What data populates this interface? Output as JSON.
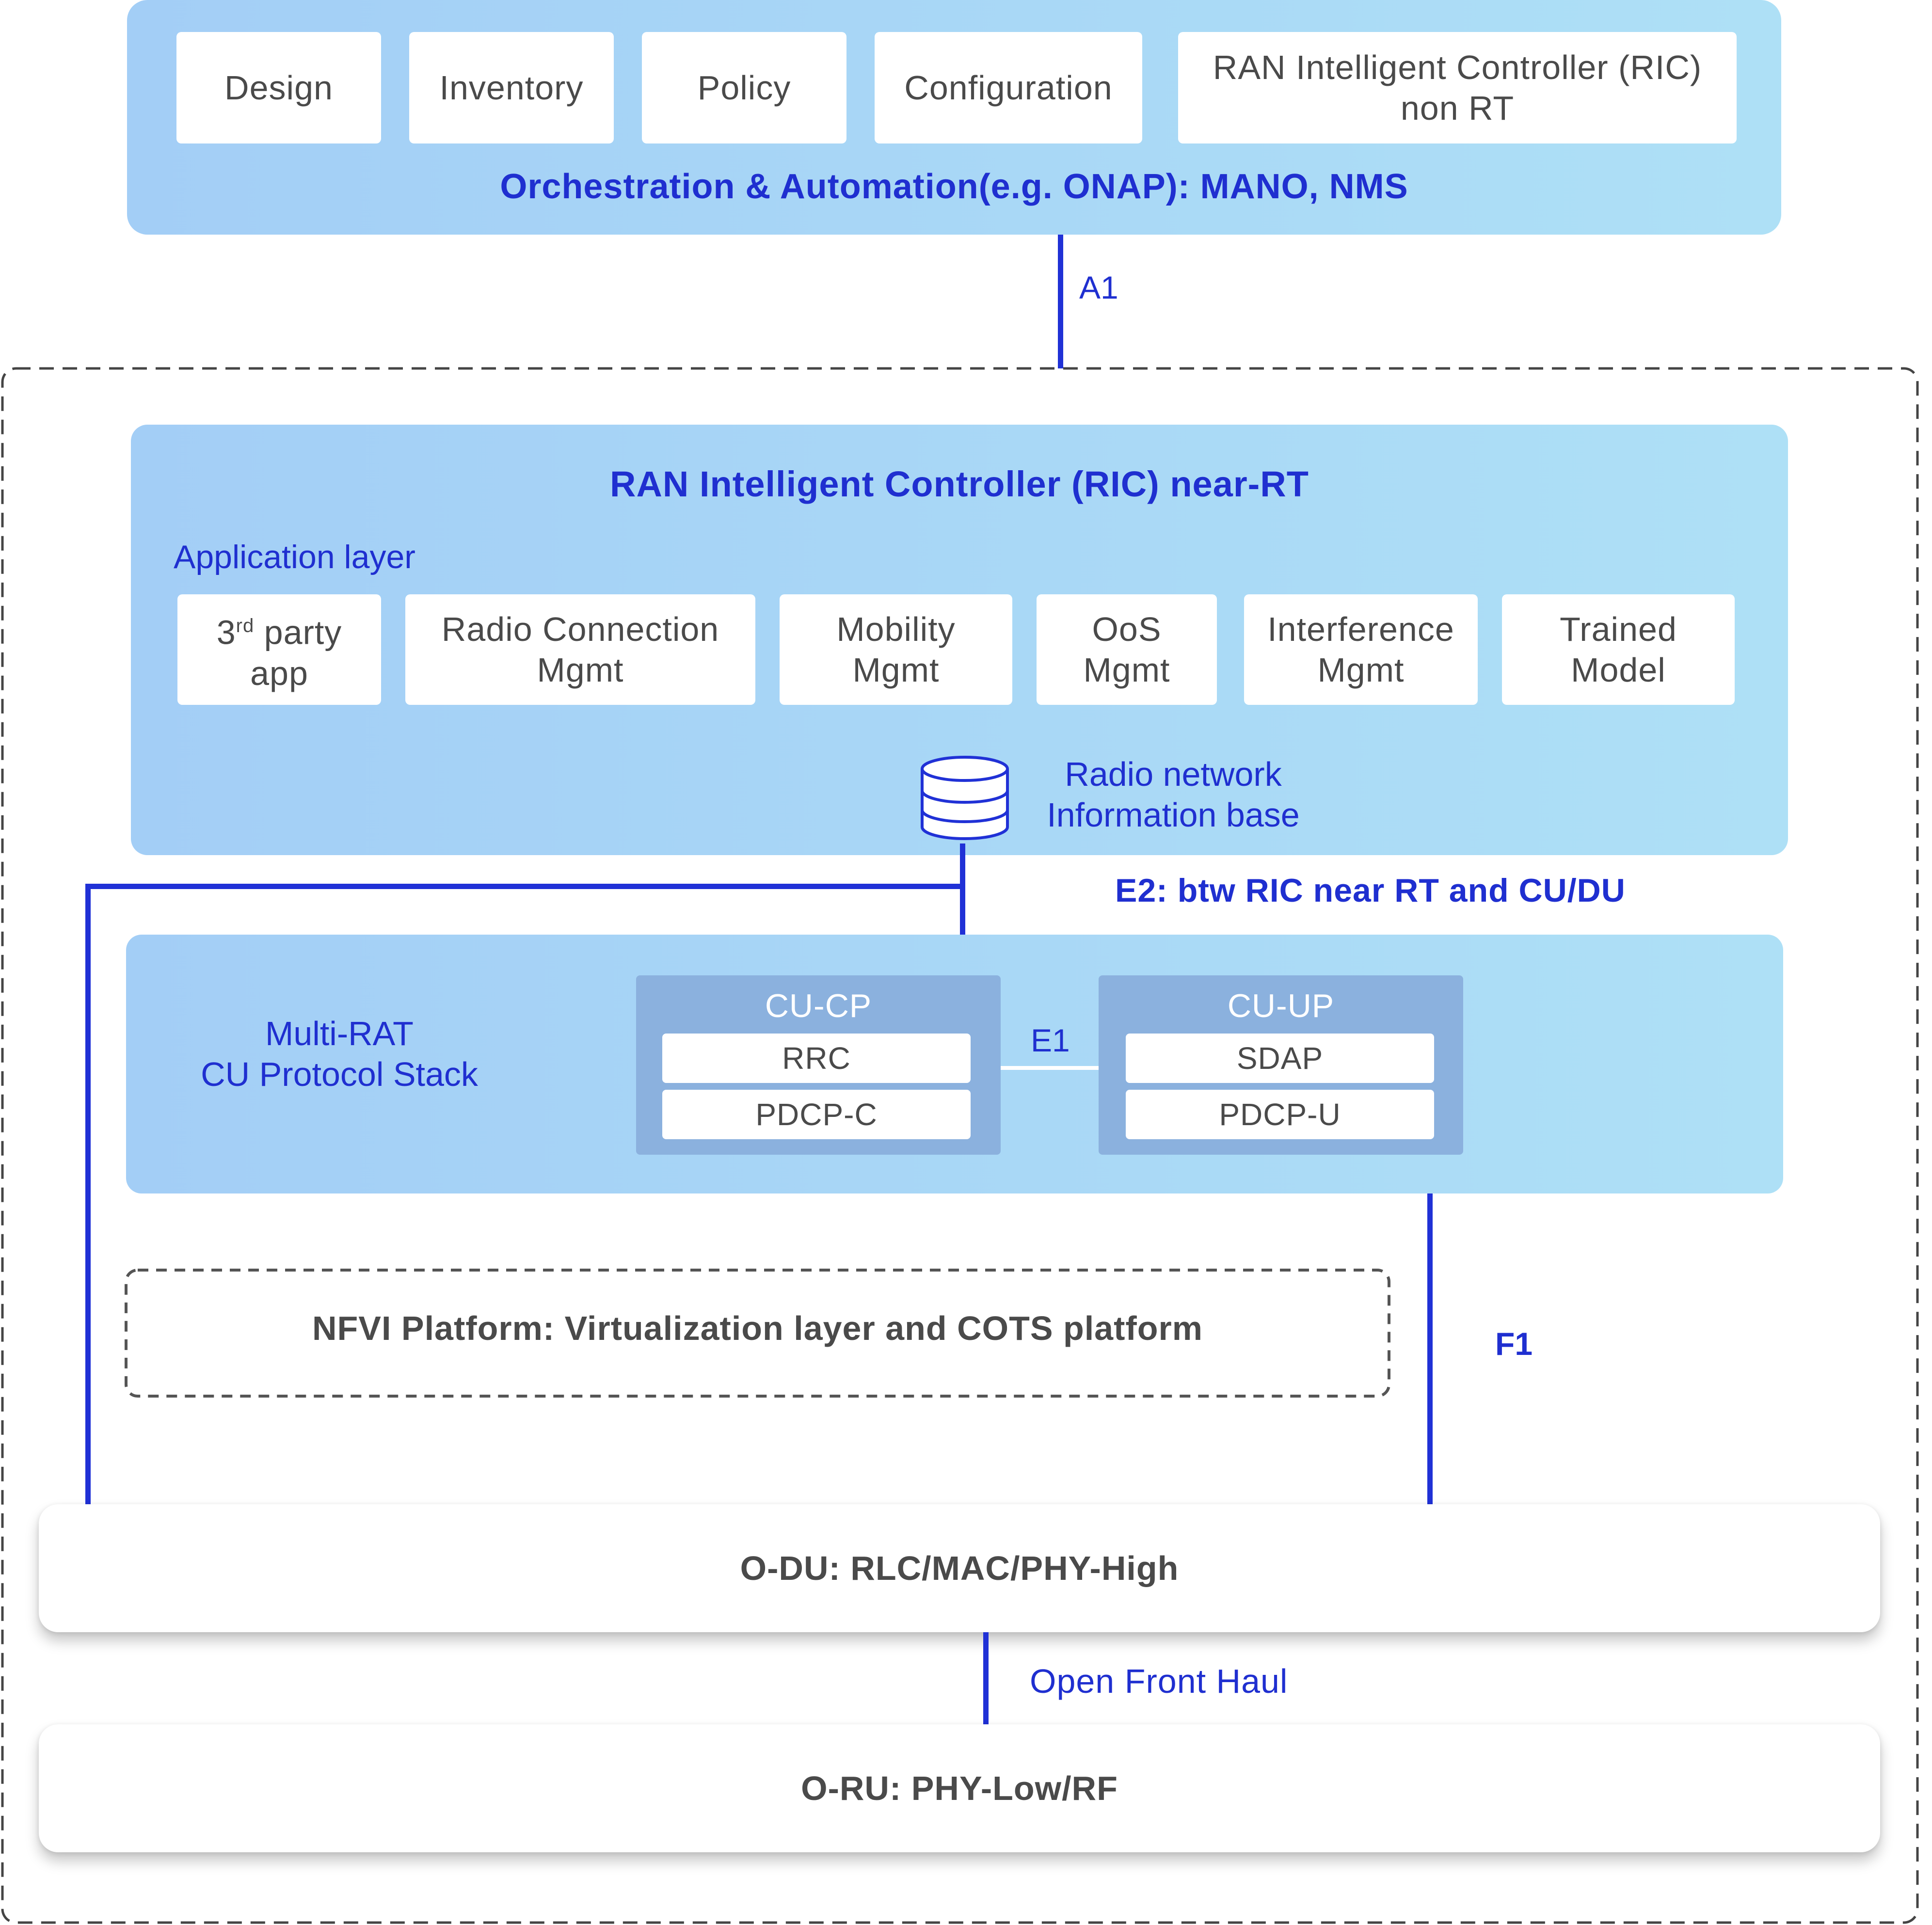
{
  "orchestration": {
    "boxes": [
      "Design",
      "Inventory",
      "Policy",
      "Configuration"
    ],
    "ric_non_rt_line1": "RAN Intelligent Controller (RIC)",
    "ric_non_rt_line2": "non RT",
    "title": "Orchestration & Automation(e.g. ONAP): MANO, NMS"
  },
  "interfaces": {
    "a1": "A1",
    "e2": "E2: btw RIC near RT and CU/DU",
    "e1": "E1",
    "f1": "F1",
    "fronthaul": "Open Front Haul"
  },
  "ric_near_rt": {
    "title": "RAN Intelligent Controller (RIC) near-RT",
    "app_layer_label": "Application layer",
    "apps": [
      {
        "line1": "3",
        "sup": "rd",
        "line1_rest": " party",
        "line2": "app"
      },
      {
        "line1": "Radio Connection",
        "line2": "Mgmt"
      },
      {
        "line1": "Mobility",
        "line2": "Mgmt"
      },
      {
        "line1": "OoS",
        "line2": "Mgmt"
      },
      {
        "line1": "Interference",
        "line2": "Mgmt"
      },
      {
        "line1": "Trained",
        "line2": "Model"
      }
    ],
    "rnib_line1": "Radio network",
    "rnib_line2": "Information base"
  },
  "cu": {
    "label_line1": "Multi-RAT",
    "label_line2": "CU Protocol Stack",
    "cp": {
      "title": "CU-CP",
      "items": [
        "RRC",
        "PDCP-C"
      ]
    },
    "up": {
      "title": "CU-UP",
      "items": [
        "SDAP",
        "PDCP-U"
      ]
    }
  },
  "nfvi": "NFVI Platform: Virtualization layer and COTS platform",
  "odu": "O-DU: RLC/MAC/PHY-High",
  "oru": "O-RU: PHY-Low/RF",
  "colors": {
    "accent_blue": "#1f2fd0",
    "panel_left": "#a3cef6",
    "panel_right": "#aee0f6",
    "cu_group": "#8bb1de"
  }
}
